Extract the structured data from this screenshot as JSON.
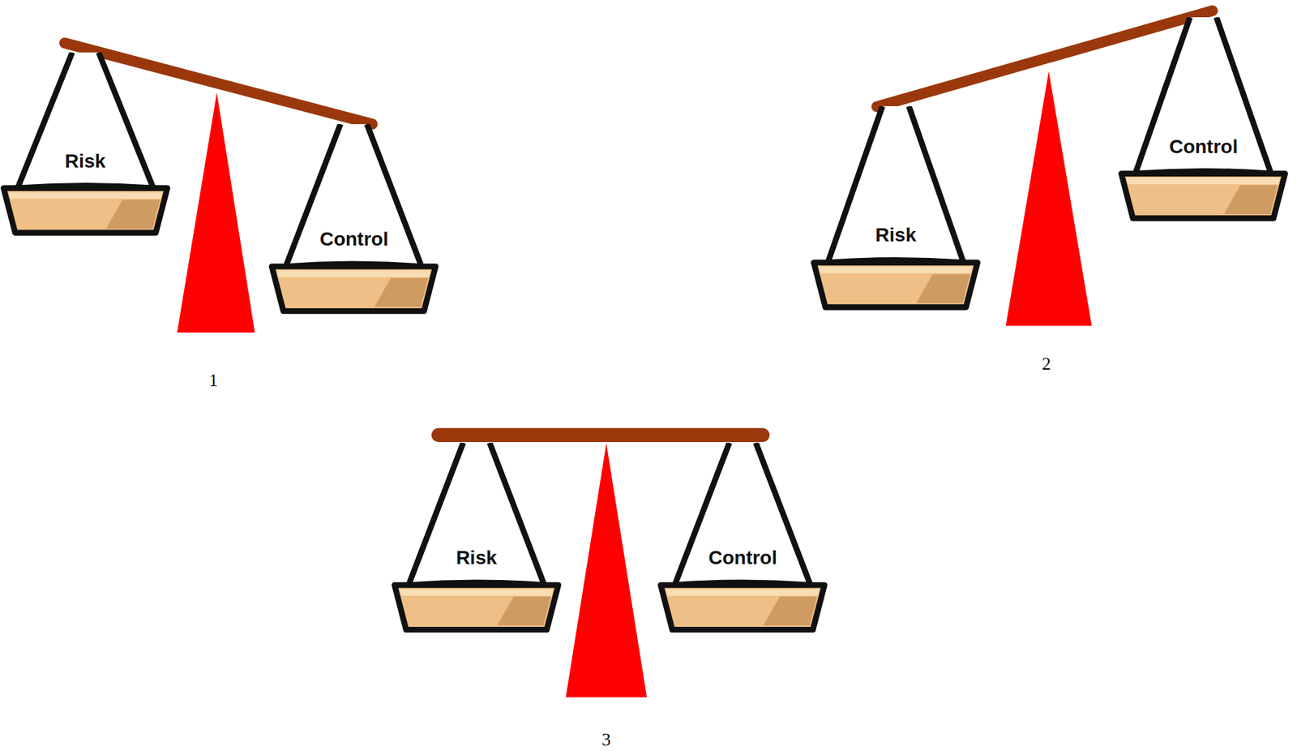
{
  "diagram": {
    "nodes": [
      {
        "text": [
          "Risk"
        ]
      },
      {
        "text": [
          "Control"
        ]
      },
      {
        "text": [
          "Risk"
        ]
      },
      {
        "text": [
          "Control"
        ]
      },
      {
        "text": [
          "Risk"
        ]
      },
      {
        "text": [
          "Control"
        ]
      }
    ],
    "labels": [
      "1",
      "2",
      "3"
    ]
  }
}
